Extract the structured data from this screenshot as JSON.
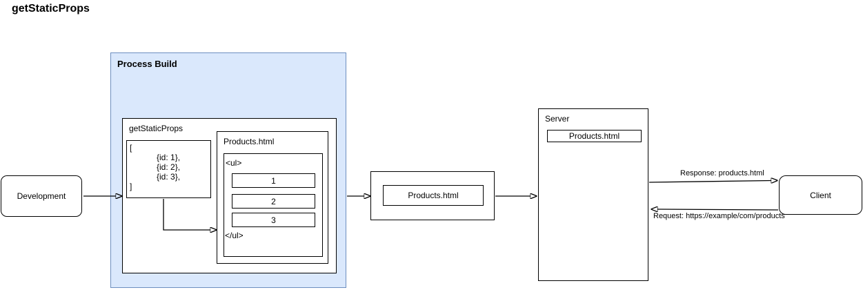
{
  "page": {
    "title": "getStaticProps"
  },
  "nodes": {
    "development": {
      "label": "Development"
    },
    "process_build": {
      "label": "Process Build",
      "fill": "#dae8fc",
      "border": "#6c8ebf"
    },
    "get_static_props": {
      "label": "getStaticProps"
    },
    "code_block": {
      "lines": [
        "[",
        "{id: 1},",
        "{id: 2},",
        "{id: 3},",
        "]"
      ]
    },
    "products_html_build": {
      "label": "Products.html",
      "ul_open": "<ul>",
      "items": [
        "1",
        "2",
        "3"
      ],
      "ul_close": "</ul>"
    },
    "products_html_artifact": {
      "label": "Products.html"
    },
    "server": {
      "label": "Server",
      "file_label": "Products.html"
    },
    "client": {
      "label": "Client"
    }
  },
  "arrows": {
    "response": {
      "label": "Response: products.html"
    },
    "request": {
      "label": "Request: https://example/com/products"
    }
  }
}
